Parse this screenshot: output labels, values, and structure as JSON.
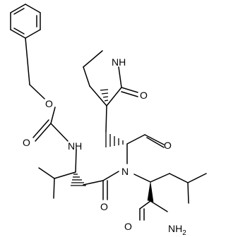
{
  "molecule": {
    "atoms": {
      "o_ester": "O",
      "o_carbonyl_cbz": "O",
      "nh_carbamate": "NH",
      "nh_lactam": "NH",
      "o_lactam": "O",
      "o_aldehyde": "O",
      "n_central": "N",
      "o_amide": "O",
      "nh2_amide": "NH",
      "nh2_subscript": "2"
    }
  }
}
